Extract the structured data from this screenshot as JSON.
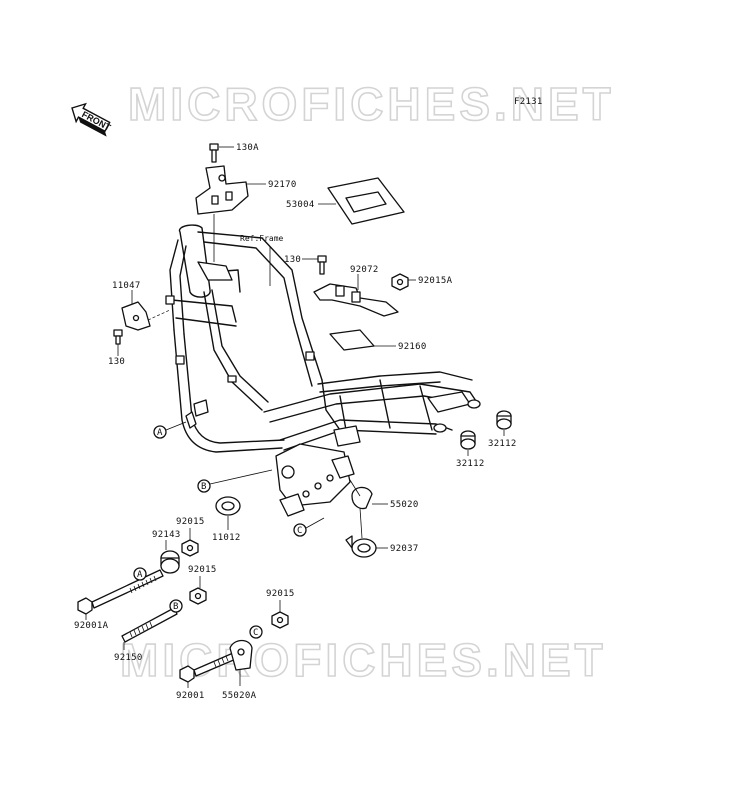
{
  "watermark": "MICROFICHES.NET",
  "fig_code": "F2131",
  "front_label": "FRONT",
  "ref_frame": "Ref.Frame",
  "parts": {
    "p130A": "130A",
    "p92170": "92170",
    "p53004": "53004",
    "p130b": "130",
    "p92072": "92072",
    "p92015A": "92015A",
    "p11047": "11047",
    "p130c": "130",
    "p92160": "92160",
    "p32112a": "32112",
    "p32112b": "32112",
    "p55020": "55020",
    "p11012": "11012",
    "p92037": "92037",
    "p92015a": "92015",
    "p92143": "92143",
    "p92015b": "92015",
    "p92001A": "92001A",
    "p92150": "92150",
    "p92015c": "92015",
    "p92001": "92001",
    "p55020A": "55020A"
  },
  "callouts": {
    "A1": "A",
    "B1": "B",
    "C1": "C",
    "A2": "A",
    "B2": "B",
    "C2": "C"
  }
}
